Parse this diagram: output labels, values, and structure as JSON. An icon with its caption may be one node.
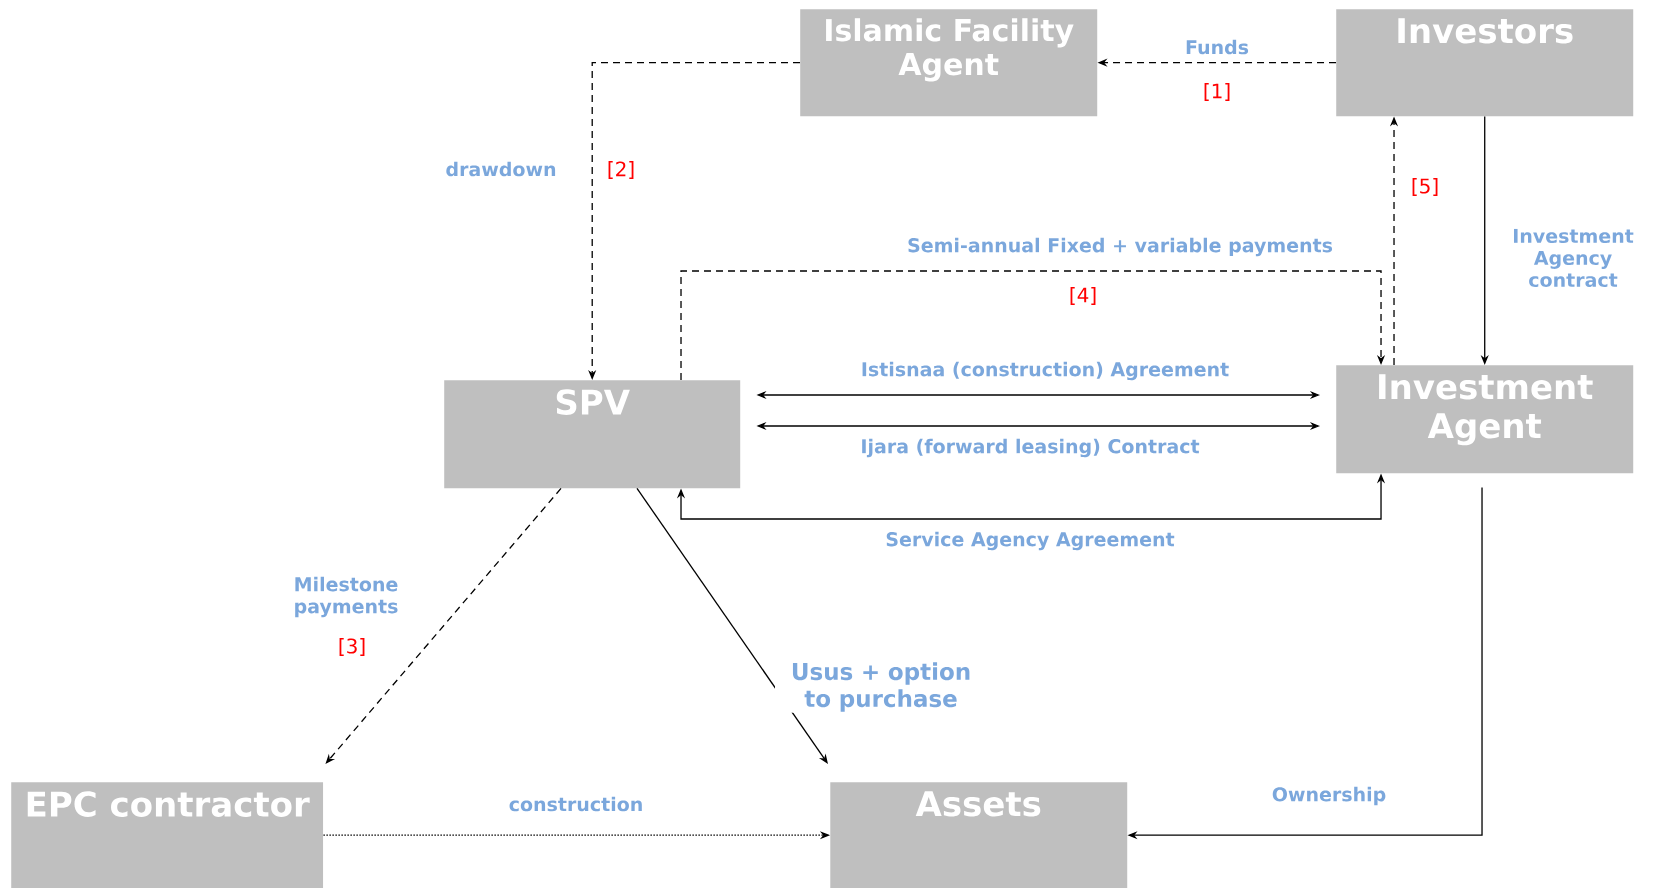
{
  "diagram": {
    "nodes": [
      {
        "text": [
          "Islamic Facility Agent"
        ]
      },
      {
        "text": [
          "Investors"
        ]
      },
      {
        "text": [
          "SPV"
        ]
      },
      {
        "text": [
          "Investment Agent"
        ]
      },
      {
        "text": [
          "EPC contractor"
        ]
      },
      {
        "text": [
          "Assets"
        ]
      }
    ],
    "edges": [
      {
        "from": 1,
        "to": 0,
        "arrow": "to",
        "style": "dashed",
        "label": "Funds"
      },
      {
        "from": 0,
        "to": 2,
        "arrow": "to",
        "style": "dashed",
        "label": "drawdown"
      },
      {
        "from": 2,
        "to": 3,
        "arrow": "to",
        "style": "dashed",
        "label": "Semi-annual Fixed + variable payments"
      },
      {
        "from": 3,
        "to": 1,
        "arrow": "to",
        "style": "dashed"
      },
      {
        "from": 1,
        "to": 3,
        "arrow": "to",
        "label": "Investment Agency contract"
      },
      {
        "from": 2,
        "to": 3,
        "arrow": "both",
        "label": "Istisnaa (construction) Agreement"
      },
      {
        "from": 2,
        "to": 3,
        "arrow": "both",
        "label": "Ijara (forward leasing) Contract"
      },
      {
        "from": 2,
        "to": 3,
        "arrow": "both",
        "label": "Service Agency Agreement"
      },
      {
        "from": 2,
        "to": 4,
        "arrow": "to",
        "style": "dashed",
        "label": "Milestone payments"
      },
      {
        "from": 2,
        "to": 5,
        "arrow": "to",
        "label": "Usus + option to purchase"
      },
      {
        "from": 4,
        "to": 5,
        "arrow": "to",
        "style": "dashed",
        "label": "construction"
      },
      {
        "from": 3,
        "to": 5,
        "arrow": "to",
        "label": "Ownership"
      }
    ],
    "labels": [
      "[1]",
      "[2]",
      "[5]",
      "[4]",
      "[3]"
    ]
  }
}
